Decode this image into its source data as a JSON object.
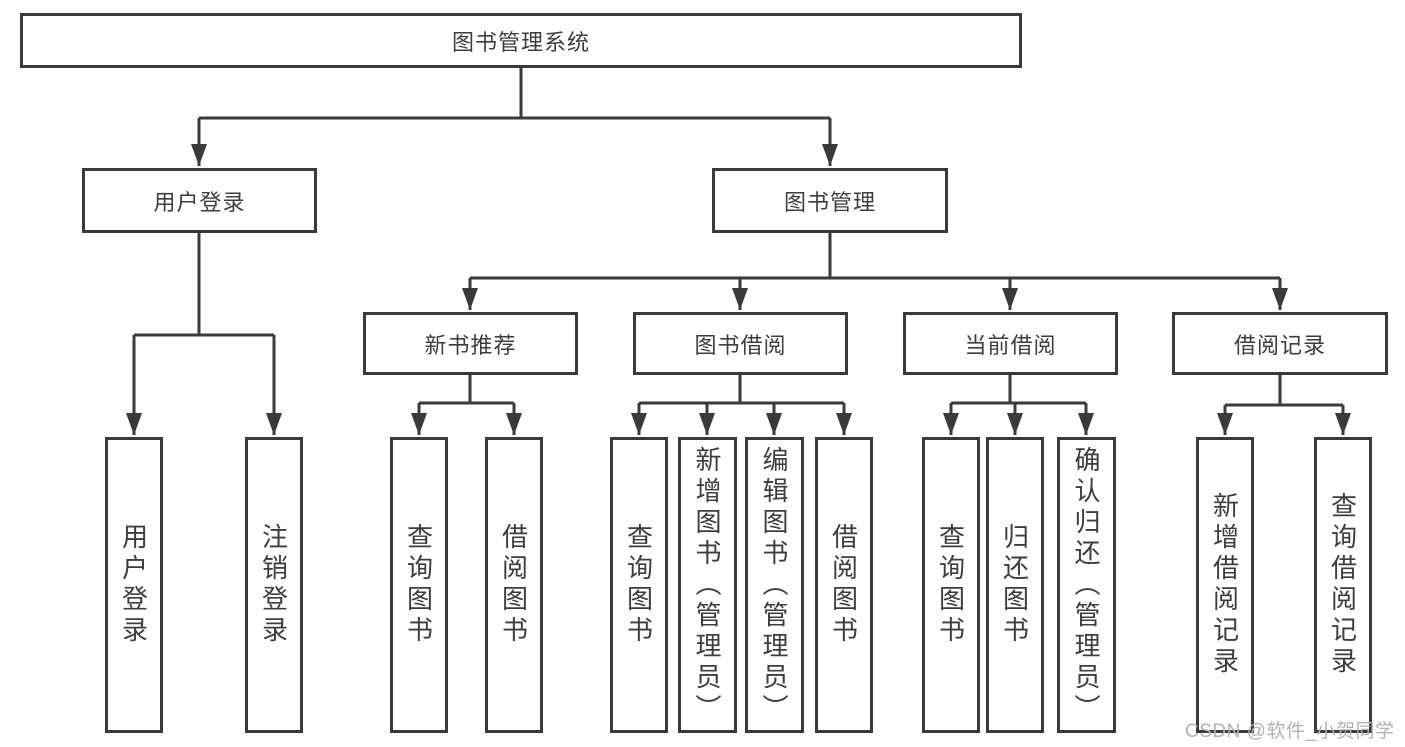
{
  "tree": {
    "root": {
      "label": "图书管理系统",
      "children": [
        {
          "label": "用户登录",
          "children": [
            {
              "label": "用户登录"
            },
            {
              "label": "注销登录"
            }
          ]
        },
        {
          "label": "图书管理",
          "children": [
            {
              "label": "新书推荐",
              "children": [
                {
                  "label": "查询图书"
                },
                {
                  "label": "借阅图书"
                }
              ]
            },
            {
              "label": "图书借阅",
              "children": [
                {
                  "label": "查询图书"
                },
                {
                  "label": "新增图书（管理员）"
                },
                {
                  "label": "编辑图书（管理员）"
                },
                {
                  "label": "借阅图书"
                }
              ]
            },
            {
              "label": "当前借阅",
              "children": [
                {
                  "label": "查询图书"
                },
                {
                  "label": "归还图书"
                },
                {
                  "label": "确认归还（管理员）"
                }
              ]
            },
            {
              "label": "借阅记录",
              "children": [
                {
                  "label": "新增借阅记录"
                },
                {
                  "label": "查询借阅记录"
                }
              ]
            }
          ]
        }
      ]
    }
  },
  "watermark": {
    "text": "CSDN @软件_小贺同学"
  },
  "colors": {
    "line": "#3a3a3a",
    "text": "#3d3d3d",
    "background": "#ffffff",
    "watermark": "#b2b2b2"
  }
}
